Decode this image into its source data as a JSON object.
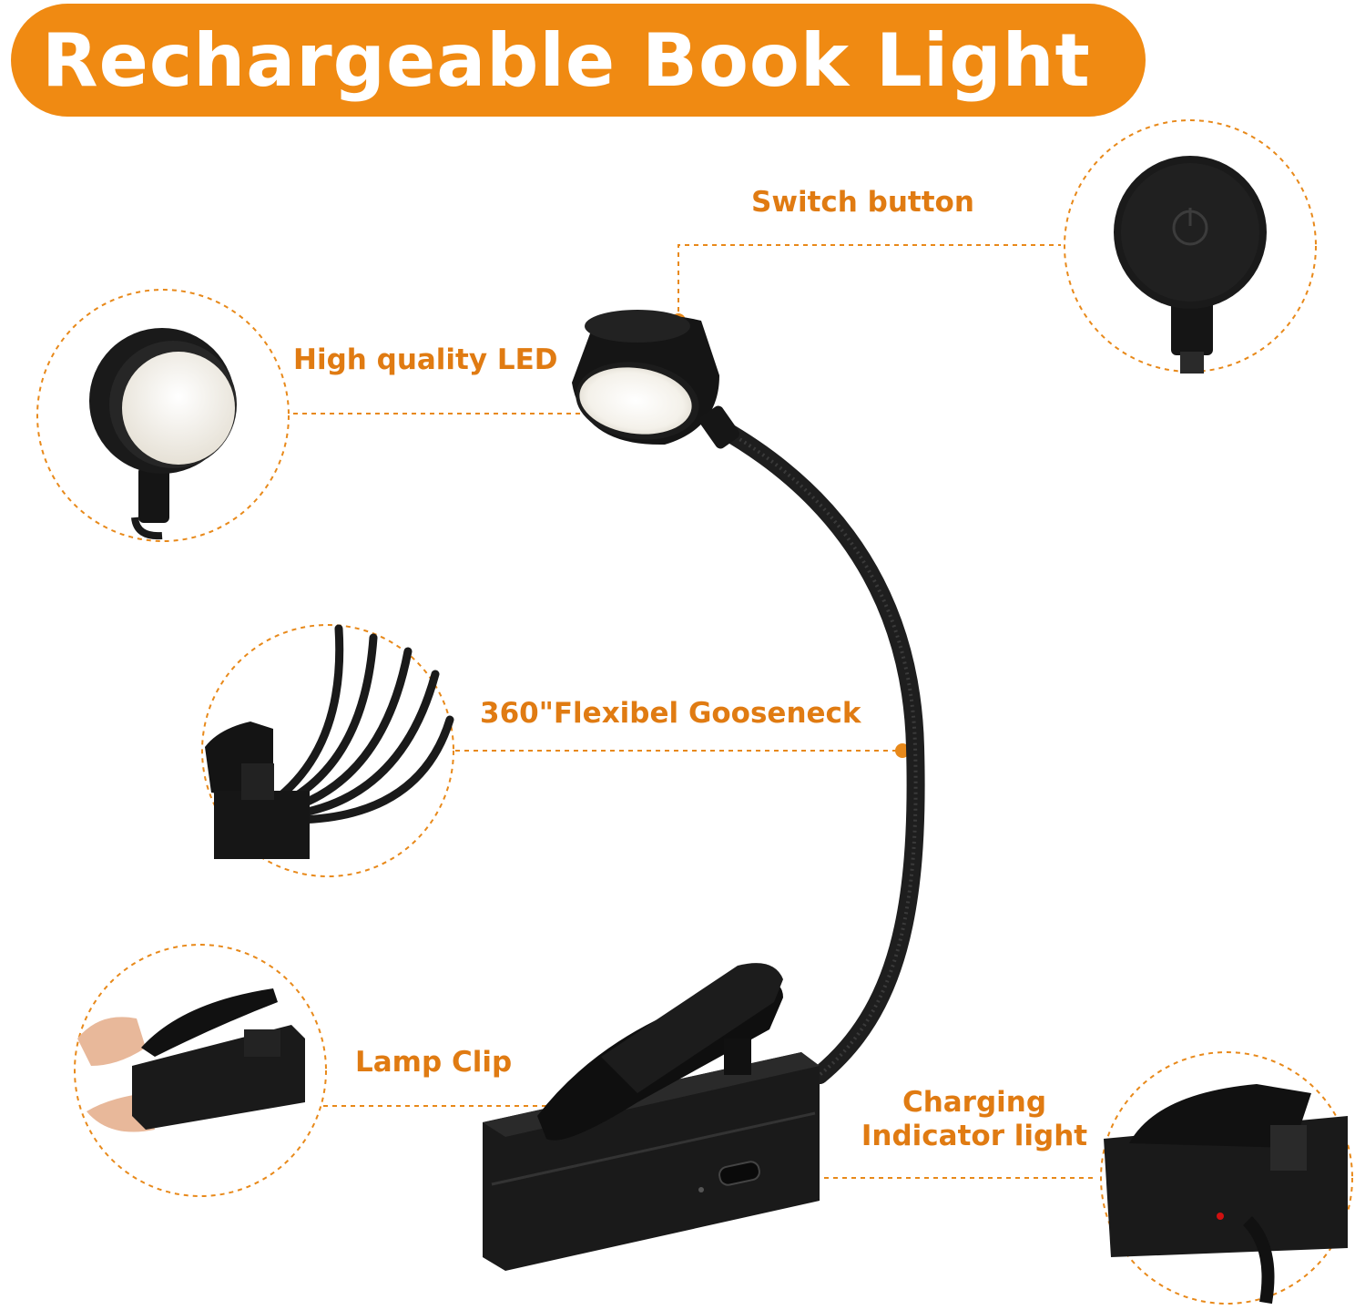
{
  "colors": {
    "accent": "#f08a12",
    "label": "#e07b12",
    "product": "#141414"
  },
  "title": "Rechargeable Book Light",
  "callouts": {
    "switch_button": "Switch button",
    "high_quality_led": "High quality LED",
    "gooseneck": "360\"Flexibel Gooseneck",
    "lamp_clip": "Lamp Clip",
    "charging_line1": "Charging",
    "charging_line2": "Indicator light"
  }
}
